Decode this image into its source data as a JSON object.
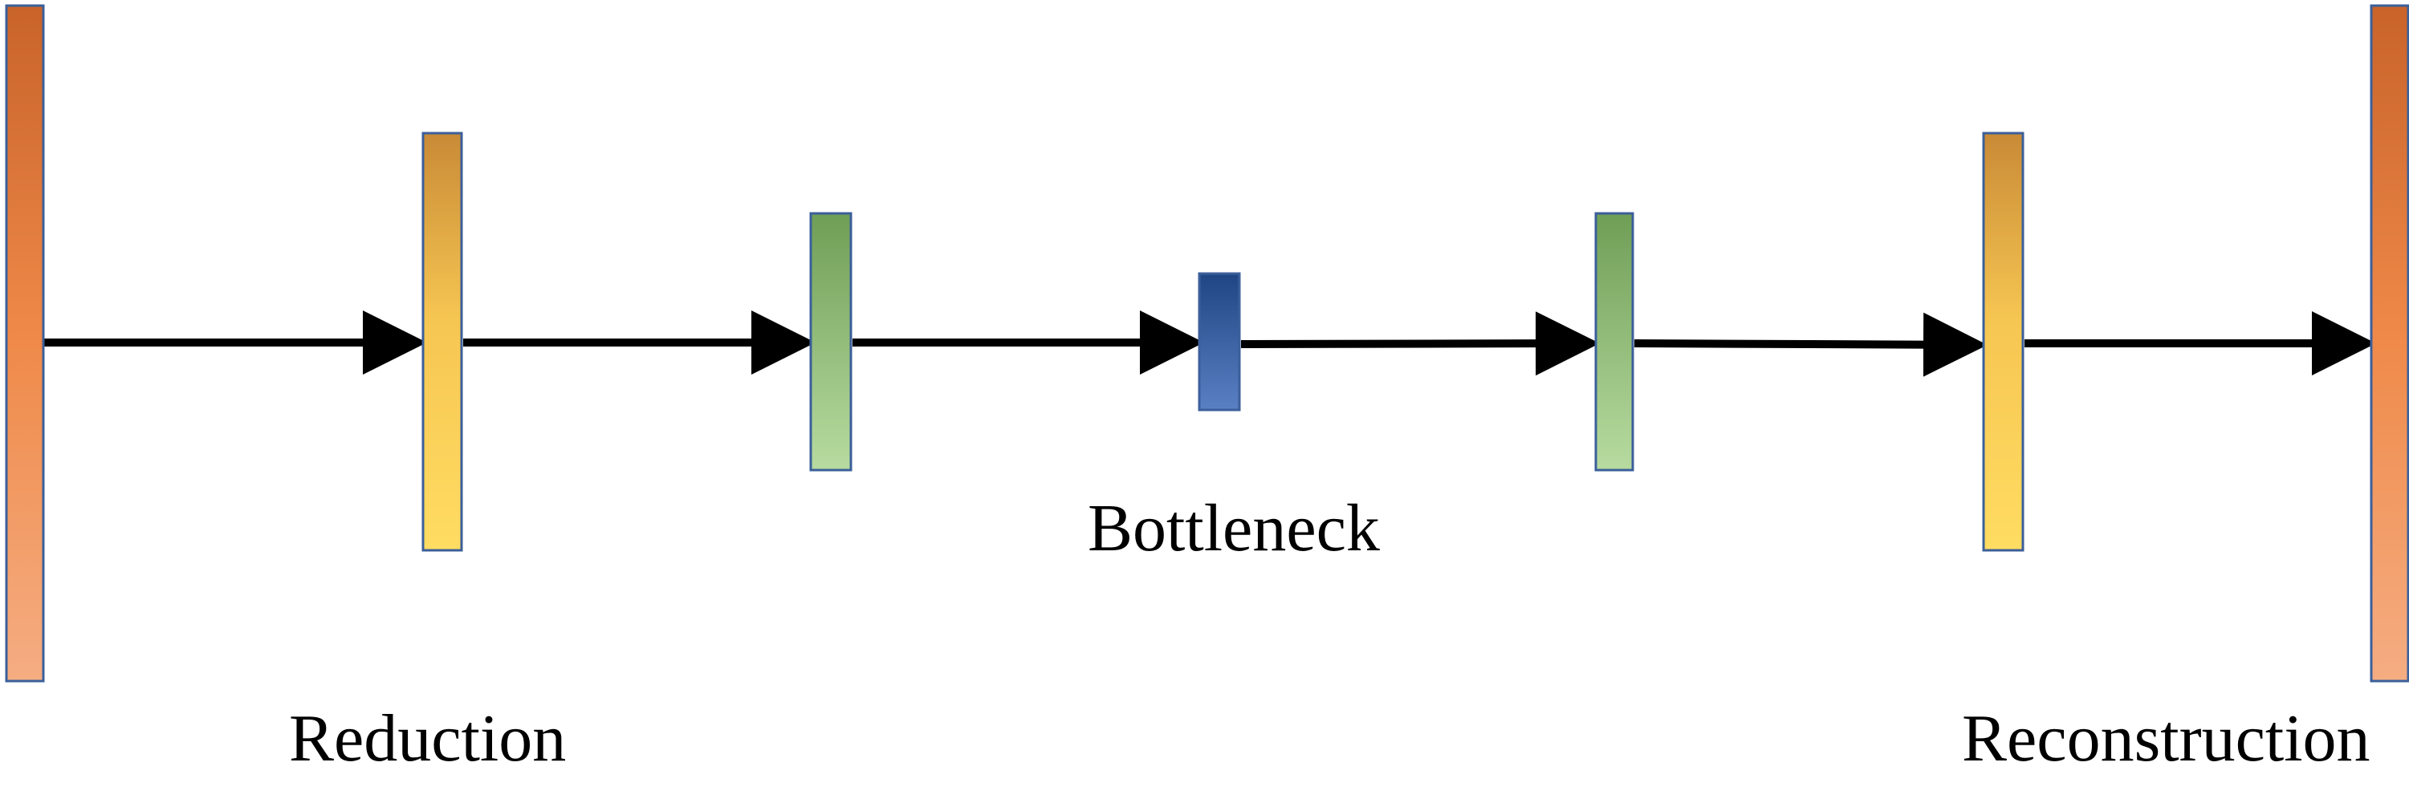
{
  "labels": {
    "reduction": "Reduction",
    "bottleneck": "Bottleneck",
    "reconstruction": "Reconstruction"
  },
  "colors": {
    "border": "#3b5f9a",
    "arrow": "#000000",
    "orange_top": "#c8632a",
    "orange_mid": "#ef8a4a",
    "orange_bottom": "#f5ad82",
    "yellow_top": "#c98a36",
    "yellow_mid": "#f6c652",
    "yellow_bottom": "#ffdc62",
    "green_top": "#6f9e56",
    "green_bottom": "#b7dba0",
    "blue_top": "#1f4583",
    "blue_bottom": "#5a80c4"
  }
}
